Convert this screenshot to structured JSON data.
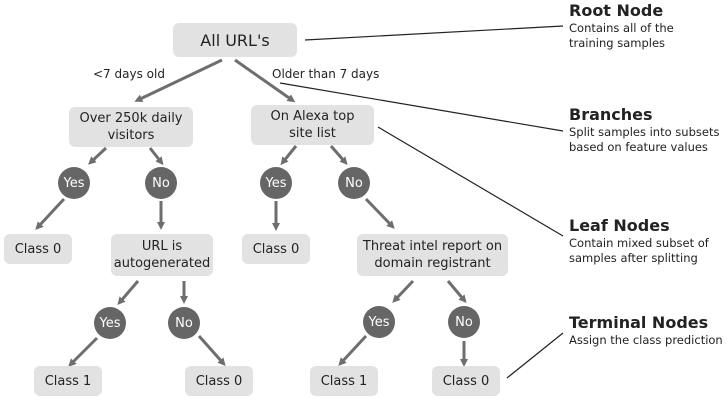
{
  "tree": {
    "root": "All URL's",
    "edge_left": "<7 days old",
    "edge_right": "Older than 7 days",
    "visitors": [
      "Over 250k daily",
      "visitors"
    ],
    "alexa": [
      "On Alexa top",
      "site list"
    ],
    "autogen": [
      "URL is",
      "autogenerated"
    ],
    "threat": [
      "Threat intel report on",
      "domain registrant"
    ],
    "yes": "Yes",
    "no": "No",
    "class0": "Class 0",
    "class1": "Class 1"
  },
  "legend": {
    "root_title": "Root Node",
    "root_desc": [
      "Contains all of the",
      "training samples"
    ],
    "branches_title": "Branches",
    "branches_desc": [
      "Split samples into subsets",
      "based on feature values"
    ],
    "leaf_title": "Leaf Nodes",
    "leaf_desc": [
      "Contain mixed subset of",
      "samples after splitting"
    ],
    "terminal_title": "Terminal Nodes",
    "terminal_desc": [
      "Assign the class prediction"
    ]
  },
  "colors": {
    "node_fill": "#e2e2e2",
    "circle_fill": "#666666",
    "arrow": "#6e6e6e",
    "pointer_line": "#222222"
  }
}
